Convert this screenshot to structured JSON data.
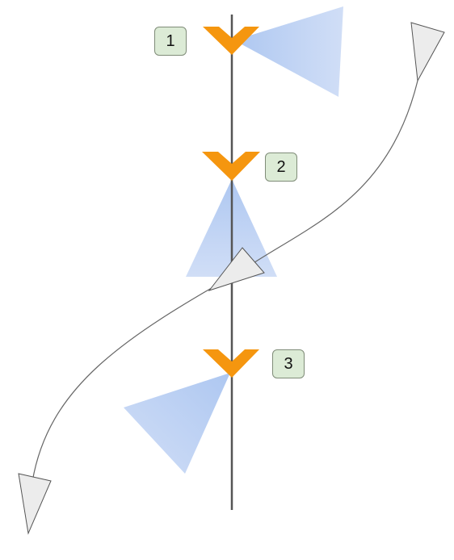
{
  "steps": [
    {
      "number": "1"
    },
    {
      "number": "2"
    },
    {
      "number": "3"
    }
  ],
  "colors": {
    "track_line": "#555555",
    "step_marker": "#f5960f",
    "field_of_view": "#a9c4f0",
    "path_curve": "#666666",
    "path_arrow_fill": "#ececec",
    "badge_fill": "#dcebd6"
  },
  "icons": {
    "step_marker": "orange-chevron-down-icon",
    "path_arrow": "triangle-arrow-icon"
  }
}
